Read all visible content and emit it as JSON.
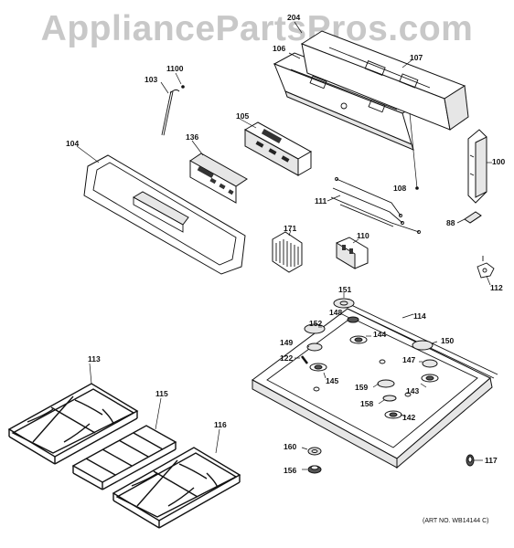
{
  "watermark": "AppliancePartsPros.com",
  "art_number": "(ART NO. WB14144 C)",
  "parts": {
    "p88": "88",
    "p100": "100",
    "p103": "103",
    "p104": "104",
    "p105": "105",
    "p106": "106",
    "p107": "107",
    "p108": "108",
    "p110": "110",
    "p111": "111",
    "p112": "112",
    "p113": "113",
    "p114": "114",
    "p115": "115",
    "p116": "116",
    "p117": "117",
    "p122": "122",
    "p136": "136",
    "p142": "142",
    "p143": "143",
    "p144": "144",
    "p145": "145",
    "p147": "147",
    "p148": "148",
    "p149": "149",
    "p150": "150",
    "p151": "151",
    "p152": "152",
    "p156": "156",
    "p158": "158",
    "p159": "159",
    "p160": "160",
    "p171": "171",
    "p204": "204",
    "p1100": "1100"
  }
}
